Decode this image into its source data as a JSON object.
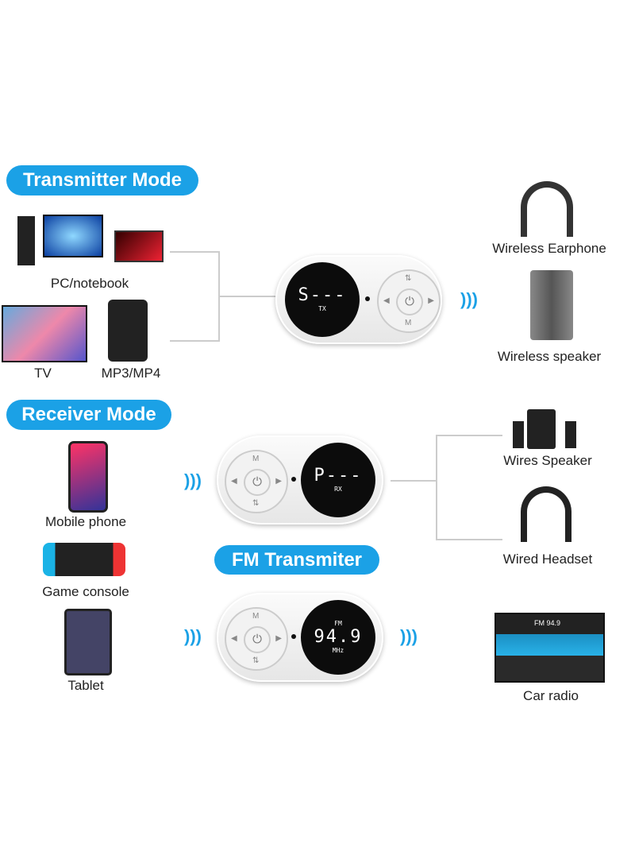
{
  "modes": {
    "transmitter": "Transmitter Mode",
    "receiver": "Receiver Mode",
    "fm": "FM Transmiter"
  },
  "sources_tx": [
    "PC/notebook",
    "TV",
    "MP3/MP4"
  ],
  "targets_tx": [
    "Wireless Earphone",
    "Wireless speaker"
  ],
  "sources_rx": [
    "Mobile phone",
    "Game console",
    "Tablet"
  ],
  "targets_rx": [
    "Wires Speaker",
    "Wired Headset"
  ],
  "target_fm": "Car radio",
  "displays": {
    "tx": {
      "text": "S---",
      "tag": "TX"
    },
    "rx": {
      "text": "P---",
      "tag": "RX"
    },
    "fm": {
      "text": "94.9",
      "tag": "FM",
      "unit": "MHz"
    }
  },
  "car_screen": "FM 94.9",
  "accent": "#1ba1e6"
}
